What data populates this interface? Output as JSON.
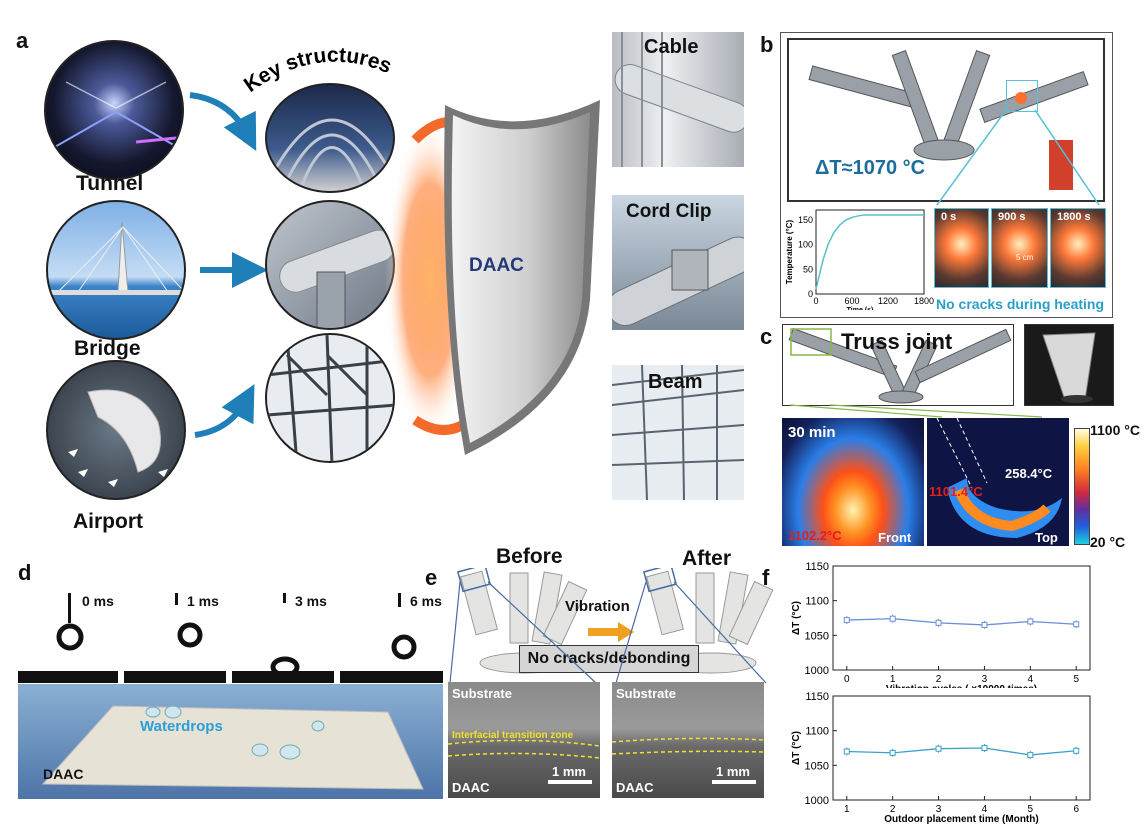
{
  "panels": {
    "a": "a",
    "b": "b",
    "c": "c",
    "d": "d",
    "e": "e",
    "f": "f"
  },
  "a": {
    "key_structures": "Key structures",
    "scenes": [
      "Tunnel",
      "Bridge",
      "Airport"
    ],
    "center_label": "DAAC",
    "examples": [
      "Cable",
      "Cord Clip",
      "Beam"
    ]
  },
  "b": {
    "delta_t": "ΔT≈1070 °C",
    "inset_times": [
      "0 s",
      "900 s",
      "1800 s"
    ],
    "scale": "5 cm",
    "caption": "No cracks during heating",
    "chart_data": {
      "type": "line",
      "xlabel": "Time (s)",
      "ylabel": "Temperature (°C)",
      "xlim": [
        0,
        1800
      ],
      "ylim": [
        0,
        170
      ],
      "x_ticks": [
        0,
        600,
        1200,
        1800
      ],
      "y_ticks": [
        0,
        50,
        100,
        150
      ],
      "x": [
        0,
        60,
        120,
        200,
        300,
        400,
        500,
        600,
        700,
        800,
        1000,
        1200,
        1400,
        1600,
        1800
      ],
      "y": [
        10,
        40,
        70,
        100,
        125,
        140,
        150,
        155,
        158,
        160,
        160,
        160,
        160,
        160,
        160
      ]
    }
  },
  "c": {
    "title": "Truss joint",
    "time": "30 min",
    "front_temp": "1102.2°C",
    "front": "Front",
    "top_temp1": "258.4°C",
    "top_temp2": "1101.4°C",
    "top": "Top",
    "cbar_max": "1100 °C",
    "cbar_min": "20 °C"
  },
  "d": {
    "times": [
      "0 ms",
      "1 ms",
      "3 ms",
      "6 ms"
    ],
    "waterdrops": "Waterdrops",
    "daac": "DAAC"
  },
  "e": {
    "before": "Before",
    "after": "After",
    "vibration": "Vibration",
    "result": "No cracks/debonding",
    "substrate": "Substrate",
    "itz": "Interfacial transition zone",
    "daac": "DAAC",
    "scale": "1 mm"
  },
  "f": {
    "chart_data": [
      {
        "type": "line",
        "xlabel": "Vibration cycles ( ×10000 times)",
        "ylabel": "ΔT (°C)",
        "x": [
          0,
          1,
          2,
          3,
          4,
          5
        ],
        "y": [
          1072,
          1074,
          1068,
          1065,
          1070,
          1066
        ],
        "xlim": [
          -0.3,
          5.3
        ],
        "ylim": [
          1000,
          1150
        ],
        "y_ticks": [
          1000,
          1050,
          1100,
          1150
        ],
        "color": "#6a8fd8"
      },
      {
        "type": "line",
        "xlabel": "Outdoor placement time (Month)",
        "ylabel": "ΔT (°C)",
        "x": [
          1,
          2,
          3,
          4,
          5,
          6
        ],
        "y": [
          1070,
          1068,
          1074,
          1075,
          1065,
          1071
        ],
        "xlim": [
          0.7,
          6.3
        ],
        "ylim": [
          1000,
          1150
        ],
        "y_ticks": [
          1000,
          1050,
          1100,
          1150
        ],
        "color": "#3aa0c8"
      }
    ]
  }
}
